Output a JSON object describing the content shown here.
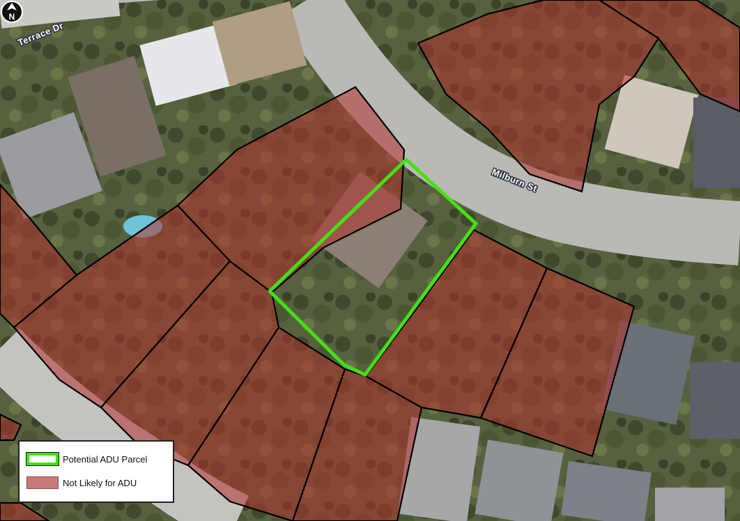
{
  "map": {
    "streets": [
      {
        "id": "terrace",
        "label": "Terrace Dr"
      },
      {
        "id": "milburn",
        "label": "Milburn St"
      }
    ],
    "legend": {
      "items": [
        {
          "label": "Potential ADU Parcel",
          "color": "#44e014",
          "fill": "#ffffff"
        },
        {
          "label": "Not Likely for ADU",
          "color": "#c77a78"
        }
      ]
    },
    "north_arrow": {
      "label": "N"
    },
    "colors": {
      "adu_outline": "#44e014",
      "not_likely_fill": "#b3322e",
      "parcel_border": "#000000"
    }
  }
}
